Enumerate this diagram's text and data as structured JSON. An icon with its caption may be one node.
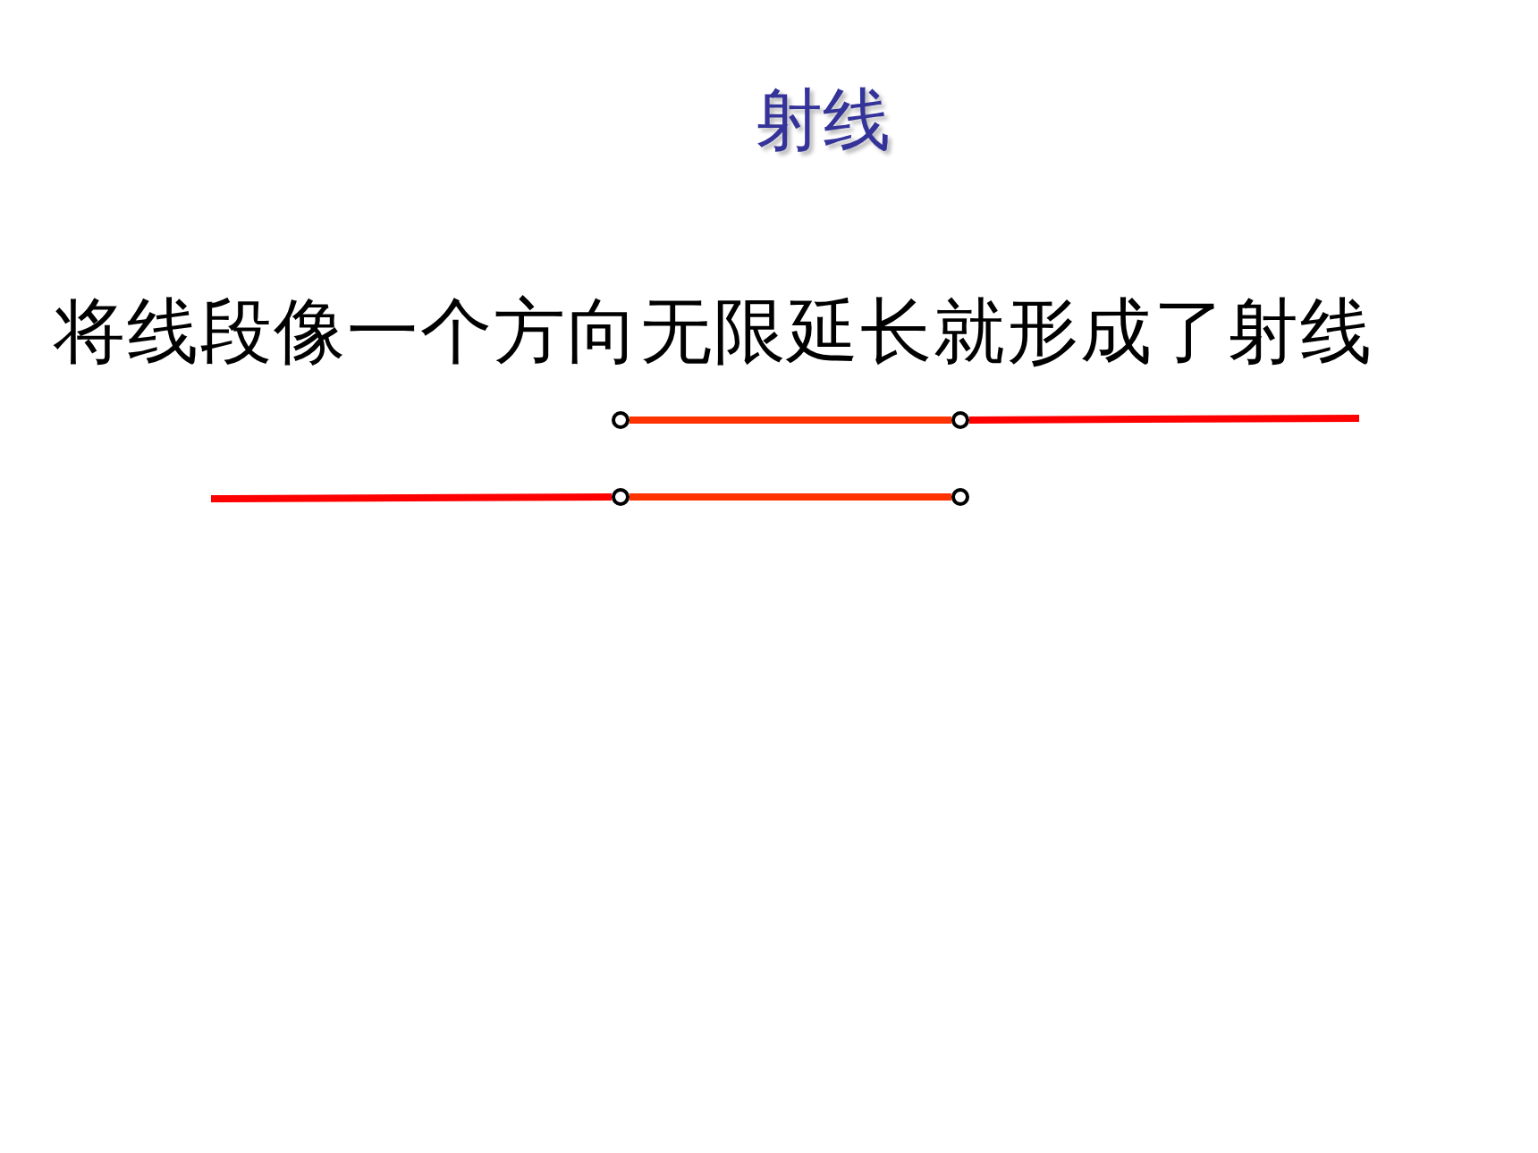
{
  "diagram": {
    "title": "射线",
    "nodes": [
      {
        "text": [],
        "shape": "circle"
      },
      {
        "text": [],
        "shape": "circle"
      },
      {
        "text": [],
        "shape": "circle"
      },
      {
        "text": [],
        "shape": "circle"
      }
    ],
    "edges": [
      {
        "from": 0,
        "to": 1,
        "arrow": "none"
      },
      {
        "from": 1,
        "to": null,
        "arrow": "none",
        "color": "#ff0000"
      },
      {
        "from": 2,
        "to": 3,
        "arrow": "none"
      },
      {
        "from": null,
        "to": 2,
        "arrow": "none",
        "color": "#ff0000"
      }
    ],
    "labels": [
      "将线段像一个方向无限延长就形成了射线"
    ]
  }
}
